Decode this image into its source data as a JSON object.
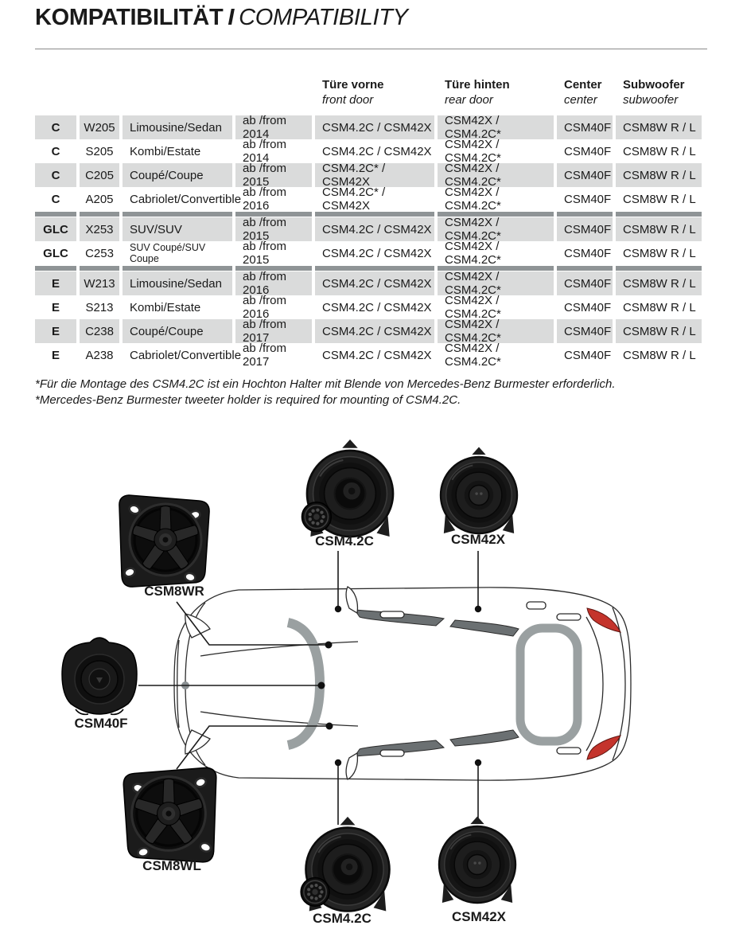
{
  "title": {
    "de": "KOMPATIBILITÄT",
    "sep": "I",
    "en": "COMPATIBILITY"
  },
  "table": {
    "headers": [
      {
        "de": "Türe vorne",
        "en": "front door"
      },
      {
        "de": "Türe hinten",
        "en": "rear door"
      },
      {
        "de": "Center",
        "en": "center"
      },
      {
        "de": "Subwoofer",
        "en": "subwoofer"
      }
    ],
    "rows": [
      {
        "class": "C",
        "model": "W205",
        "body": "Limousine/Sedan",
        "year": "ab /from 2014",
        "front_door": "CSM4.2C / CSM42X",
        "rear_door": "CSM42X / CSM4.2C*",
        "center": "CSM40F",
        "subwoofer": "CSM8W R / L",
        "shaded": true
      },
      {
        "class": "C",
        "model": "S205",
        "body": "Kombi/Estate",
        "year": "ab /from 2014",
        "front_door": "CSM4.2C / CSM42X",
        "rear_door": "CSM42X / CSM4.2C*",
        "center": "CSM40F",
        "subwoofer": "CSM8W R / L",
        "shaded": false
      },
      {
        "class": "C",
        "model": "C205",
        "body": "Coupé/Coupe",
        "year": "ab /from 2015",
        "front_door": "CSM4.2C* / CSM42X",
        "rear_door": "CSM42X / CSM4.2C*",
        "center": "CSM40F",
        "subwoofer": "CSM8W R / L",
        "shaded": true
      },
      {
        "class": "C",
        "model": "A205",
        "body": "Cabriolet/Convertible",
        "year": "ab /from 2016",
        "front_door": "CSM4.2C* / CSM42X",
        "rear_door": "CSM42X / CSM4.2C*",
        "center": "CSM40F",
        "subwoofer": "CSM8W R / L",
        "shaded": false
      },
      {
        "type": "separator"
      },
      {
        "class": "GLC",
        "model": "X253",
        "body": "SUV/SUV",
        "year": "ab /from 2015",
        "front_door": "CSM4.2C / CSM42X",
        "rear_door": "CSM42X / CSM4.2C*",
        "center": "CSM40F",
        "subwoofer": "CSM8W R / L",
        "shaded": true
      },
      {
        "class": "GLC",
        "model": "C253",
        "body": "SUV Coupé/SUV Coupe",
        "year": "ab /from 2015",
        "front_door": "CSM4.2C / CSM42X",
        "rear_door": "CSM42X / CSM4.2C*",
        "center": "CSM40F",
        "subwoofer": "CSM8W R / L",
        "shaded": false,
        "small": true
      },
      {
        "type": "separator"
      },
      {
        "class": "E",
        "model": "W213",
        "body": "Limousine/Sedan",
        "year": "ab /from 2016",
        "front_door": "CSM4.2C / CSM42X",
        "rear_door": "CSM42X / CSM4.2C*",
        "center": "CSM40F",
        "subwoofer": "CSM8W R / L",
        "shaded": true
      },
      {
        "class": "E",
        "model": "S213",
        "body": "Kombi/Estate",
        "year": "ab /from 2016",
        "front_door": "CSM4.2C / CSM42X",
        "rear_door": "CSM42X / CSM4.2C*",
        "center": "CSM40F",
        "subwoofer": "CSM8W R / L",
        "shaded": false
      },
      {
        "class": "E",
        "model": "C238",
        "body": "Coupé/Coupe",
        "year": "ab /from 2017",
        "front_door": "CSM4.2C / CSM42X",
        "rear_door": "CSM42X / CSM4.2C*",
        "center": "CSM40F",
        "subwoofer": "CSM8W R / L",
        "shaded": true
      },
      {
        "class": "E",
        "model": "A238",
        "body": "Cabriolet/Convertible",
        "year": "ab /from 2017",
        "front_door": "CSM4.2C / CSM42X",
        "rear_door": "CSM42X / CSM4.2C*",
        "center": "CSM40F",
        "subwoofer": "CSM8W R / L",
        "shaded": false
      }
    ]
  },
  "footnotes": {
    "de": "*Für die Montage des CSM4.2C ist ein Hochton Halter mit Blende von Mercedes-Benz Burmester erforderlich.",
    "en": "*Mercedes-Benz Burmester tweeter holder is required for mounting of CSM4.2C."
  },
  "diagram": {
    "labels": [
      {
        "text": "CSM4.2C"
      },
      {
        "text": "CSM42X"
      },
      {
        "text": "CSM8WR"
      },
      {
        "text": "CSM40F"
      },
      {
        "text": "CSM8WL"
      },
      {
        "text": "CSM4.2C"
      },
      {
        "text": "CSM42X"
      }
    ]
  },
  "colors": {
    "row_shaded": "#dadbdb",
    "separator": "#8f9496",
    "taillight": "#c4342c",
    "window_frame": "#9aa0a1"
  }
}
